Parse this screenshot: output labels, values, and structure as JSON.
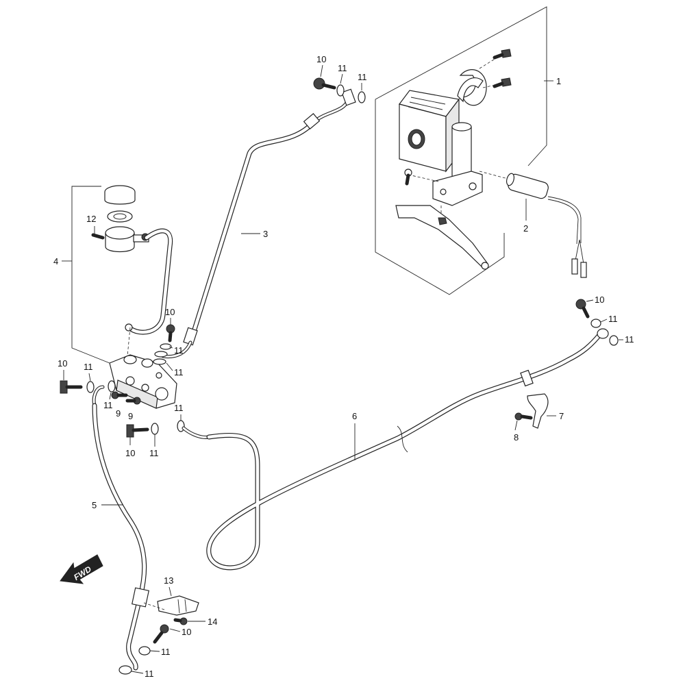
{
  "diagram": {
    "fwd_label": "FWD",
    "callouts": {
      "c1": "1",
      "c2": "2",
      "c3": "3",
      "c4": "4",
      "c5": "5",
      "c6": "6",
      "c7": "7",
      "c8": "8",
      "c9a": "9",
      "c9b": "9",
      "c10a": "10",
      "c10b": "10",
      "c10c": "10",
      "c10d": "10",
      "c10e": "10",
      "c10f": "10",
      "c11a": "11",
      "c11b": "11",
      "c11c": "11",
      "c11d": "11",
      "c11e": "11",
      "c11f": "11",
      "c11g": "11",
      "c11h": "11",
      "c11i": "11",
      "c11j": "11",
      "c11k": "11",
      "c11l": "11",
      "c12": "12",
      "c13": "13",
      "c14": "14"
    }
  }
}
